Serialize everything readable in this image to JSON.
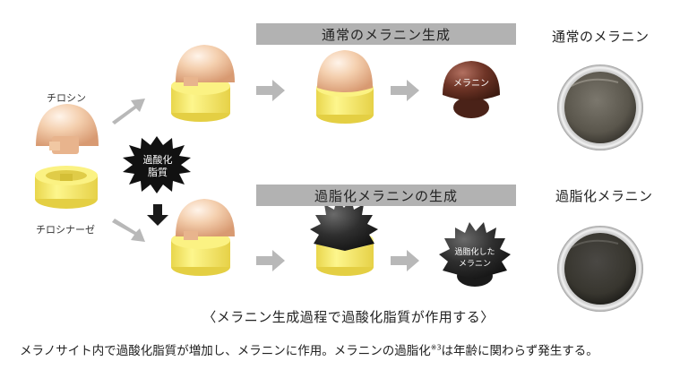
{
  "bands": {
    "normal": "通常のメラニン生成",
    "lipidized": "過脂化メラニンの生成"
  },
  "labels": {
    "tyrosine": "チロシン",
    "tyrosinase": "チロシナーゼ"
  },
  "burst_labels": {
    "peroxidized_line1": "過酸化",
    "peroxidized_line2": "脂質"
  },
  "melanin_labels": {
    "normal": "メラニン",
    "lipidized_line1": "過脂化した",
    "lipidized_line2": "メラニン"
  },
  "samples": {
    "normal": "通常のメラニン",
    "lipidized": "過脂化メラニン"
  },
  "caption": "〈メラニン生成過程で過酸化脂質が作用する〉",
  "footer": {
    "text": "メラノサイト内で過酸化脂質が増加し、メラニンに作用。メラニンの過脂化",
    "note": "※3",
    "text_after": "は年齢に関わらず発生する。"
  },
  "colors": {
    "cap": "#efc49e",
    "base": "#f6ec6f",
    "melanin_brown": "#6b3526",
    "lipidized_black": "#2a2a2a",
    "arrow_gray": "#b8b8b8",
    "band_gray": "#b2b2b2"
  }
}
